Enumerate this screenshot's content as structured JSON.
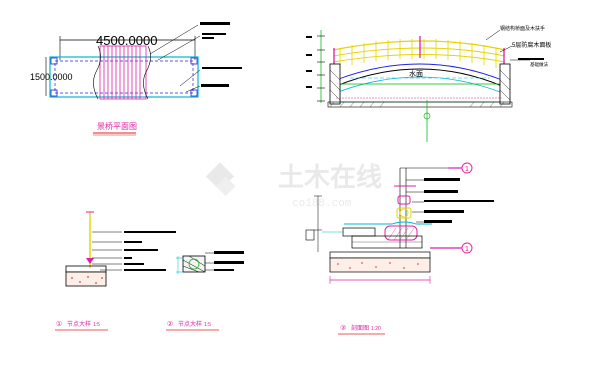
{
  "drawing": {
    "plan": {
      "dim_length": "4500.0000",
      "dim_width": "1500.0000",
      "title": "景桥平面图"
    },
    "elevation": {
      "water_label": "水面",
      "note_top": "钢结构桥面及木扶手",
      "note_right": "5层防腐木面板",
      "note_side": "基础做法"
    },
    "details": {
      "detail1_title": "节点大样",
      "detail1_scale": "1:5",
      "detail1_num": "①",
      "detail2_title": "节点大样",
      "detail2_scale": "1:5",
      "detail2_num": "②",
      "section_title": "剖面图",
      "section_scale": "1:20",
      "section_num": "③",
      "callout_num": "1"
    },
    "watermark": {
      "main": "土木在线",
      "sub": "co188.com"
    }
  },
  "colors": {
    "cyan": "#00b7d4",
    "blue": "#2222dd",
    "magenta": "#e01ea5",
    "green": "#18b818",
    "yellow": "#e6d400",
    "red": "#e02020",
    "black": "#000000"
  }
}
